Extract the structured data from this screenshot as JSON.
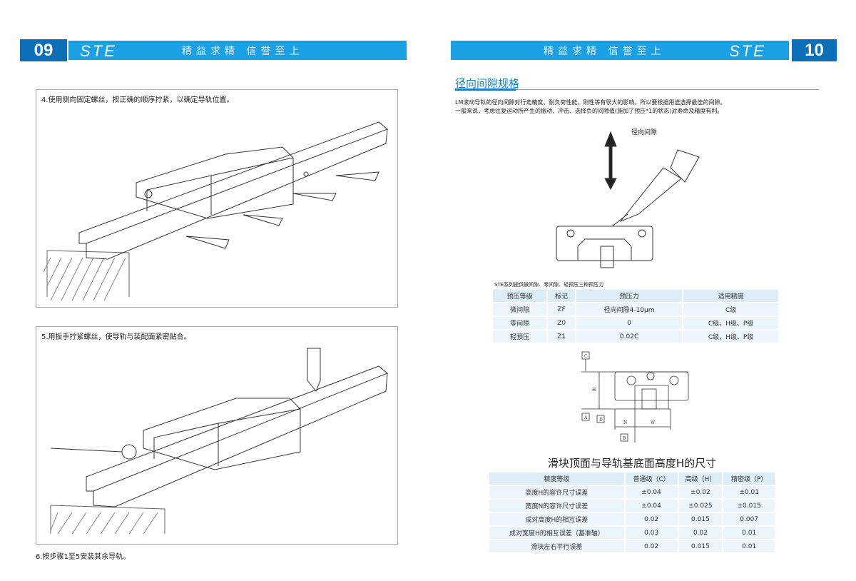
{
  "left_page": {
    "page_number": "09",
    "logo": "STE",
    "slogan": "精益求精    信誉至上",
    "step4": "4.使用侧向固定螺丝，按正确的顺序拧紧，以确定导轨位置。",
    "step5": "5.用扳手拧紧螺丝，使导轨与装配面紧密贴合。",
    "step6": "6.按步骤1至5安装其余导轨。"
  },
  "right_page": {
    "page_number": "10",
    "logo": "STE",
    "slogan": "精益求精    信誉至上",
    "section_title": "径向间隙规格",
    "intro": [
      "LM滚动导轨的径向间隙对行走精度、耐负荷性能、刚性等有很大的影响，所以要根据用途选择最佳的间隙。",
      "一般来说，考虑往复运动所产生的振动、冲击、选择负的间隙值(施加了预压*1的状态)对寿命及精度有利。"
    ],
    "arrow_label": "径向间隙",
    "preload_caption": "STE系列提供微间隙、零间隙、轻预压三种预压力",
    "preload_table": [
      [
        "预压等级",
        "标记",
        "预压力",
        "适用精度"
      ],
      [
        "微间隙",
        "ZF",
        "径向间隙4-10μm",
        "C级"
      ],
      [
        "零间隙",
        "Z0",
        "0",
        "C级、H级、P级"
      ],
      [
        "轻预压",
        "Z1",
        "0.02C",
        "C级、H级、P级"
      ]
    ],
    "diagram_labels": {
      "c": "C",
      "a": "A",
      "d": "D",
      "b": "B",
      "n": "N",
      "w": "W",
      "h": "H"
    },
    "height_title": "滑块顶面与导轨基底面高度H的尺寸",
    "height_table": [
      [
        "精度等级",
        "普通级（C）",
        "高级（H）",
        "精密级（P）"
      ],
      [
        "高度H的容许尺寸误差",
        "±0.04",
        "±0.02",
        "±0.01"
      ],
      [
        "宽度N的容许尺寸误差",
        "±0.04",
        "±0.025",
        "±0.015"
      ],
      [
        "成对高度H的相互误差",
        "0.02",
        "0.015",
        "0.007"
      ],
      [
        "成对宽度H的相互误差（基准轴）",
        "0.03",
        "0.02",
        "0.01"
      ],
      [
        "滑块左右平行误差",
        "0.02",
        "0.015",
        "0.01"
      ]
    ]
  }
}
